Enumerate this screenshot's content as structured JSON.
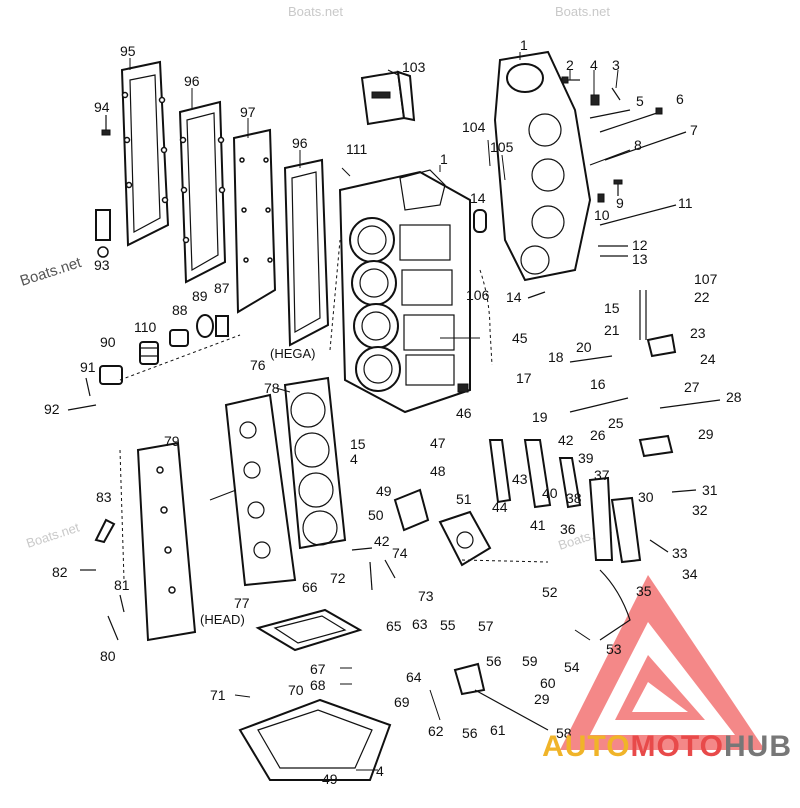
{
  "watermarks": [
    "Boats.net",
    "Boats.net",
    "Boats.net",
    "Boats.net",
    "Boats.net"
  ],
  "captions": {
    "hega": "(HEGA)",
    "head": "(HEAD)"
  },
  "part_label_103_box": "",
  "logo": {
    "part1": "AUTO",
    "part2": "MOTO",
    "part3": "HUB"
  },
  "labels": [
    "1",
    "2",
    "3",
    "4",
    "5",
    "6",
    "7",
    "8",
    "9",
    "10",
    "11",
    "12",
    "13",
    "14",
    "14",
    "15",
    "15",
    "1",
    "4",
    "4",
    "16",
    "17",
    "18",
    "19",
    "20",
    "21",
    "22",
    "23",
    "24",
    "25",
    "26",
    "27",
    "28",
    "29",
    "29",
    "30",
    "31",
    "32",
    "33",
    "34",
    "35",
    "36",
    "37",
    "38",
    "39",
    "40",
    "41",
    "42",
    "42",
    "43",
    "44",
    "45",
    "46",
    "47",
    "48",
    "49",
    "49",
    "50",
    "51",
    "52",
    "53",
    "54",
    "55",
    "56",
    "56",
    "57",
    "58",
    "59",
    "60",
    "61",
    "62",
    "63",
    "64",
    "65",
    "66",
    "67",
    "68",
    "69",
    "70",
    "71",
    "72",
    "73",
    "74",
    "76",
    "77",
    "78",
    "79",
    "80",
    "81",
    "82",
    "83",
    "87",
    "88",
    "89",
    "90",
    "91",
    "92",
    "93",
    "94",
    "95",
    "96",
    "96",
    "97",
    "103",
    "104",
    "105",
    "106",
    "107",
    "110",
    "111"
  ],
  "colors": {
    "ink": "#111111",
    "triangle": "#e84a4a",
    "logo_auto": "#f0b429",
    "logo_moto": "#e84a4a",
    "logo_hub": "#777777"
  }
}
